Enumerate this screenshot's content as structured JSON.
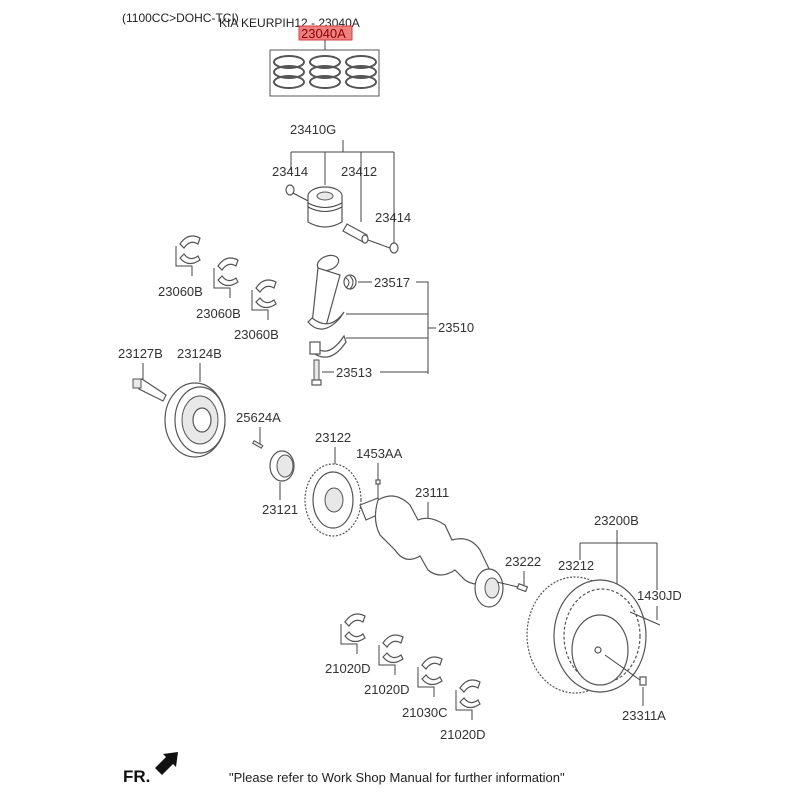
{
  "header": {
    "engine_note": "(1100CC>DOHC-TCI)",
    "catalog_ref": "KIA KEURPIH12 - 23040A",
    "highlighted_part": "23040A"
  },
  "labels": {
    "p23410G": "23410G",
    "p23414a": "23414",
    "p23412": "23412",
    "p23414b": "23414",
    "p23060B_1": "23060B",
    "p23060B_2": "23060B",
    "p23060B_3": "23060B",
    "p23517": "23517",
    "p23510": "23510",
    "p23513": "23513",
    "p23127B": "23127B",
    "p23124B": "23124B",
    "p25624A": "25624A",
    "p23122": "23122",
    "p1453AA": "1453AA",
    "p23121": "23121",
    "p23111": "23111",
    "p23222": "23222",
    "p23200B": "23200B",
    "p23212": "23212",
    "p1430JD": "1430JD",
    "p23311A": "23311A",
    "p21020D_1": "21020D",
    "p21020D_2": "21020D",
    "p21030C": "21030C",
    "p21020D_3": "21020D"
  },
  "footer": {
    "front_marker": "FR.",
    "note": "\"Please refer to Work Shop Manual for further information\""
  },
  "colors": {
    "highlight": "#f08080"
  }
}
